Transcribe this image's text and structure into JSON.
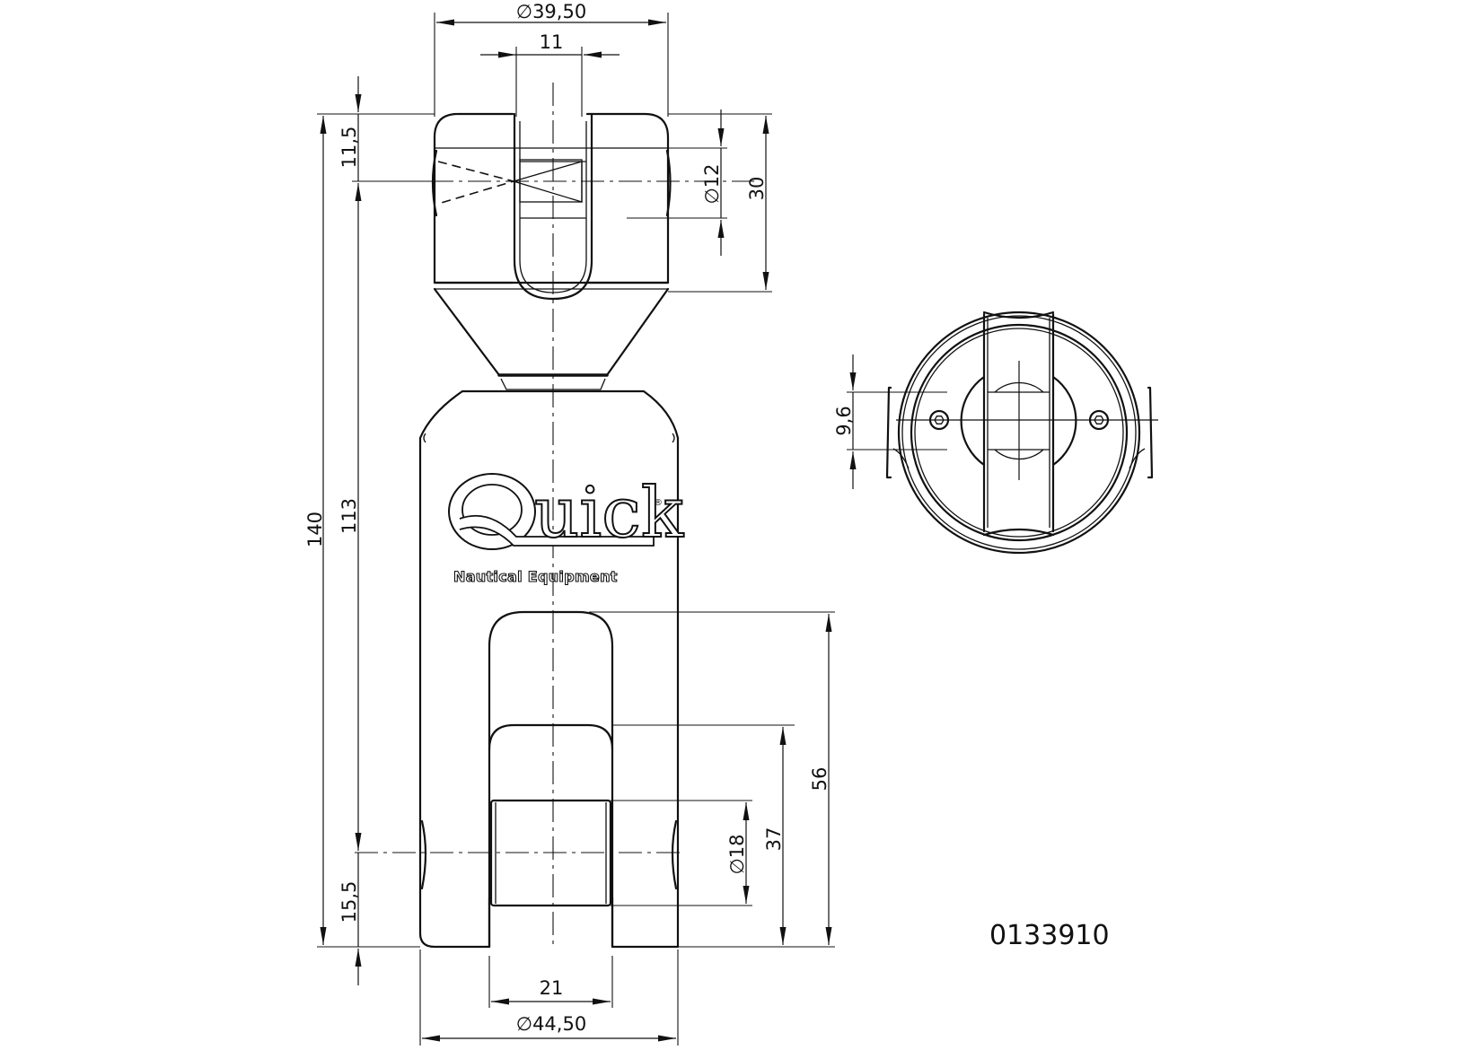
{
  "drawing": {
    "part_number": "0133910",
    "brand": {
      "logo_text": "Quick",
      "registered_mark": "®",
      "subtitle": "Nautical Equipment"
    },
    "views": [
      "front-elevation",
      "top-view"
    ],
    "dimensions": {
      "top_diameter": "∅39,50",
      "slot_width": "11",
      "pin_hole_top_offset": "11,5",
      "top_pin_diameter": "∅12",
      "top_head_height": "30",
      "overall_length": "140",
      "pin_center_distance": "113",
      "bottom_pin_offset": "15,5",
      "fork_slot_depth": "56",
      "pin_block_height": "37",
      "bottom_pin_diameter": "∅18",
      "fork_slot_width": "21",
      "body_diameter": "∅44,50",
      "set_screw_spacing": "9,6"
    },
    "line_color": "#111111",
    "background": "#ffffff"
  }
}
